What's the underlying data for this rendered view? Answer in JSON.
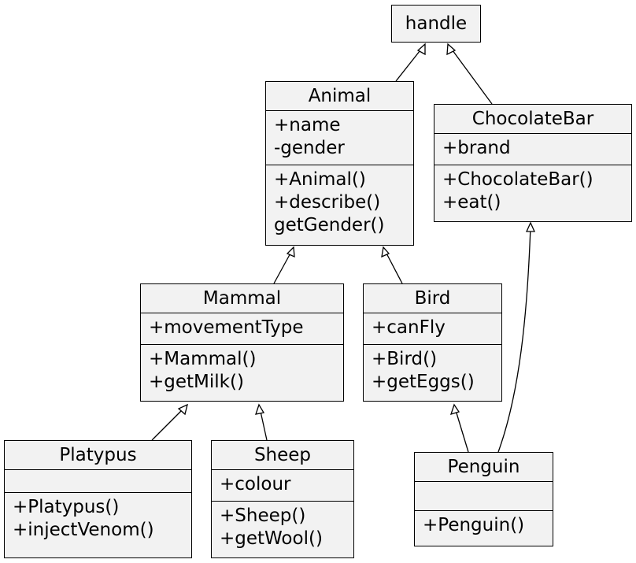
{
  "classes": {
    "handle": {
      "name": "handle"
    },
    "animal": {
      "name": "Animal",
      "attributes": [
        "+name",
        "-gender"
      ],
      "methods": [
        "+Animal()",
        "+describe()",
        "getGender()"
      ]
    },
    "chocolatebar": {
      "name": "ChocolateBar",
      "attributes": [
        "+brand"
      ],
      "methods": [
        "+ChocolateBar()",
        "+eat()"
      ]
    },
    "mammal": {
      "name": "Mammal",
      "attributes": [
        "+movementType"
      ],
      "methods": [
        "+Mammal()",
        "+getMilk()"
      ]
    },
    "bird": {
      "name": "Bird",
      "attributes": [
        "+canFly"
      ],
      "methods": [
        "+Bird()",
        "+getEggs()"
      ]
    },
    "platypus": {
      "name": "Platypus",
      "attributes": [],
      "methods": [
        "+Platypus()",
        "+injectVenom()"
      ]
    },
    "sheep": {
      "name": "Sheep",
      "attributes": [
        "+colour"
      ],
      "methods": [
        "+Sheep()",
        "+getWool()"
      ]
    },
    "penguin": {
      "name": "Penguin",
      "attributes": [],
      "methods": [
        "+Penguin()"
      ]
    }
  },
  "relations": [
    {
      "type": "inheritance",
      "from": "animal",
      "to": "handle"
    },
    {
      "type": "inheritance",
      "from": "chocolatebar",
      "to": "handle"
    },
    {
      "type": "inheritance",
      "from": "mammal",
      "to": "animal"
    },
    {
      "type": "inheritance",
      "from": "bird",
      "to": "animal"
    },
    {
      "type": "inheritance",
      "from": "platypus",
      "to": "mammal"
    },
    {
      "type": "inheritance",
      "from": "sheep",
      "to": "mammal"
    },
    {
      "type": "inheritance",
      "from": "penguin",
      "to": "bird"
    },
    {
      "type": "inheritance",
      "from": "penguin",
      "to": "chocolatebar"
    }
  ],
  "colors": {
    "box_fill": "#f2f2f2",
    "stroke": "#000000",
    "background": "#ffffff"
  }
}
